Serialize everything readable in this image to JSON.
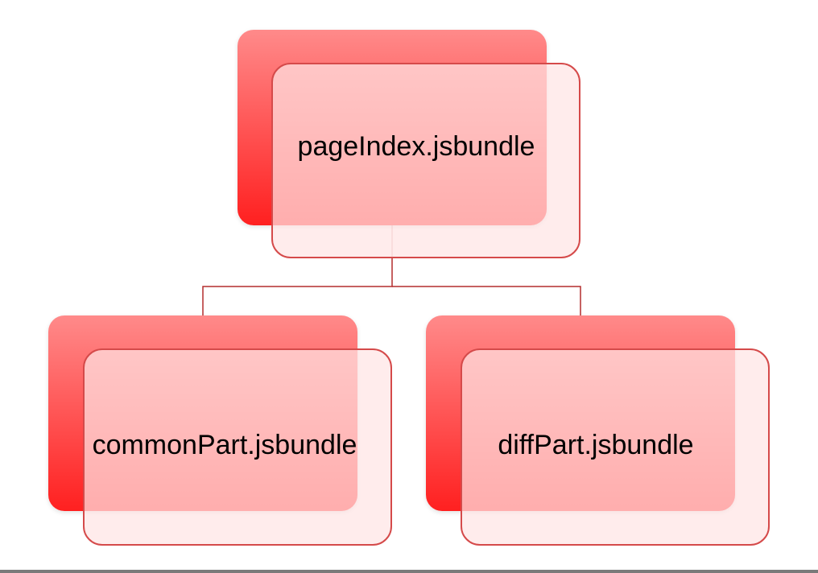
{
  "diagram": {
    "root": {
      "label": "pageIndex.jsbundle"
    },
    "children": [
      {
        "label": "commonPart.jsbundle"
      },
      {
        "label": "diffPart.jsbundle"
      }
    ]
  },
  "colors": {
    "back_card_top": "#ff8a8a",
    "back_card_bottom": "#ff2020",
    "front_card_border": "#d54a4a",
    "front_card_fill": "#ffe4e4",
    "connector": "#b32d2d"
  }
}
